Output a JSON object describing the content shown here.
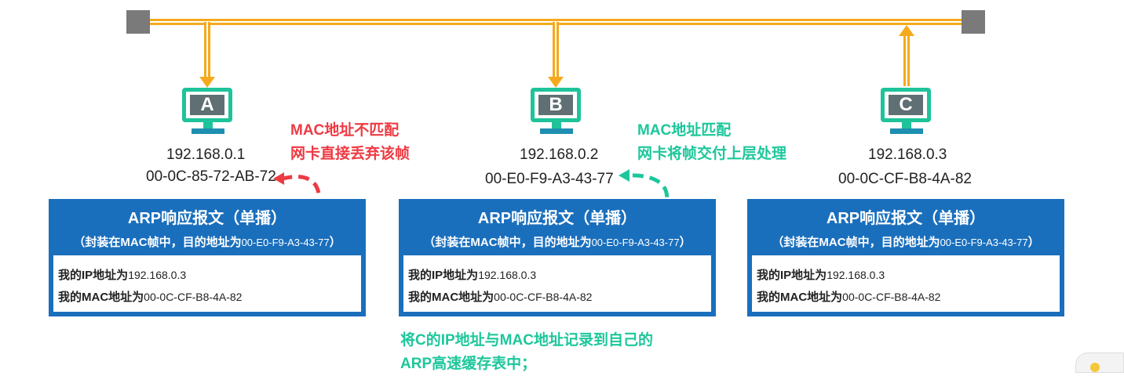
{
  "hosts": [
    {
      "label": "A",
      "ip": "192.168.0.1",
      "mac": "00-0C-85-72-AB-72"
    },
    {
      "label": "B",
      "ip": "192.168.0.2",
      "mac": "00-E0-F9-A3-43-77"
    },
    {
      "label": "C",
      "ip": "192.168.0.3",
      "mac": "00-0C-CF-B8-4A-82"
    }
  ],
  "card": {
    "title": "ARP响应报文（单播）",
    "sub_prefix": "（封装在MAC帧中，目的地址为",
    "sub_mac": "00-E0-F9-A3-43-77",
    "sub_suffix": "）",
    "ip_label": "我的IP地址为",
    "ip_value": "192.168.0.3",
    "mac_label": "我的MAC地址为",
    "mac_value": "00-0C-CF-B8-4A-82"
  },
  "notes": {
    "a_line1": "MAC地址不匹配",
    "a_line2": "网卡直接丢弃该帧",
    "b_line1": "MAC地址匹配",
    "b_line2": "网卡将帧交付上层处理",
    "b_action_line1": "将C的IP地址与MAC地址记录到自己的",
    "b_action_line2": "ARP高速缓存表中；"
  },
  "colors": {
    "bus": "#f5a91c",
    "monitor": "#1ec39a",
    "card": "#1a6fbd",
    "note_red": "#ee3a43",
    "note_green": "#1dc79b"
  }
}
